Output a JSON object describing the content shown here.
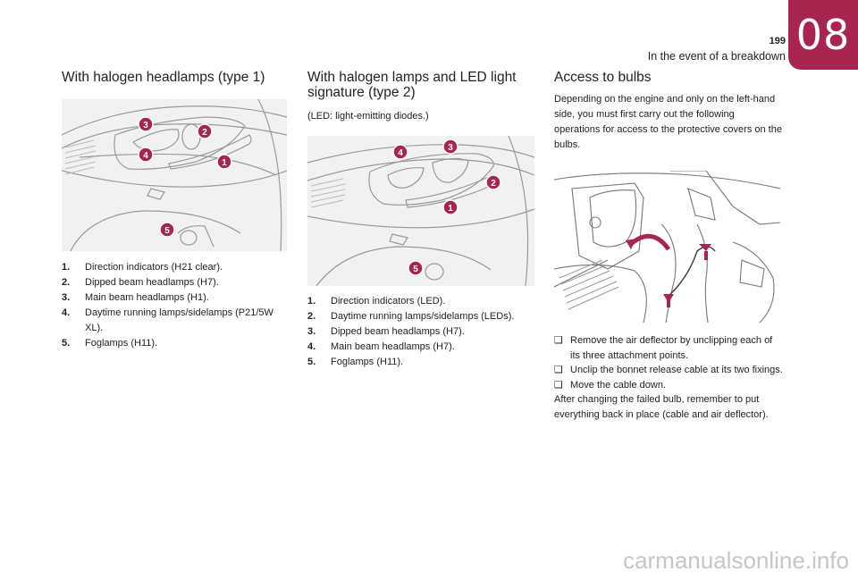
{
  "header": {
    "page_number": "199",
    "section": "In the event of a breakdown",
    "chapter": "08"
  },
  "col1": {
    "title": "With halogen headlamps (type 1)",
    "items": [
      {
        "num": "1.",
        "text": "Direction indicators (H21 clear)."
      },
      {
        "num": "2.",
        "text": "Dipped beam headlamps (H7)."
      },
      {
        "num": "3.",
        "text": "Main beam headlamps (H1)."
      },
      {
        "num": "4.",
        "text": "Daytime running lamps/sidelamps (P21/5W XL)."
      },
      {
        "num": "5.",
        "text": "Foglamps (H11)."
      }
    ],
    "badges": [
      "1",
      "2",
      "3",
      "4",
      "5"
    ]
  },
  "col2": {
    "title": "With halogen lamps and LED light signature (type 2)",
    "note": "(LED: light-emitting diodes.)",
    "items": [
      {
        "num": "1.",
        "text": "Direction indicators (LED)."
      },
      {
        "num": "2.",
        "text": "Daytime running lamps/sidelamps (LEDs)."
      },
      {
        "num": "3.",
        "text": "Dipped beam headlamps (H7)."
      },
      {
        "num": "4.",
        "text": "Main beam headlamps (H7)."
      },
      {
        "num": "5.",
        "text": "Foglamps (H11)."
      }
    ],
    "badges": [
      "1",
      "2",
      "3",
      "4",
      "5"
    ]
  },
  "col3": {
    "title": "Access to bulbs",
    "intro": "Depending on the engine and only on the left-hand side, you must first carry out the following operations for access to the protective covers on the bulbs.",
    "bullet": "❑",
    "steps": [
      "Remove the air deflector by unclipping each of its three attachment points.",
      "Unclip the bonnet release cable at its two fixings.",
      "Move the cable down."
    ],
    "after": "After changing the failed bulb, remember to put everything back in place (cable and air deflector)."
  },
  "watermark": "carmanualsonline.info",
  "colors": {
    "accent": "#a7254f",
    "figure_bg": "#f1f1f1"
  }
}
